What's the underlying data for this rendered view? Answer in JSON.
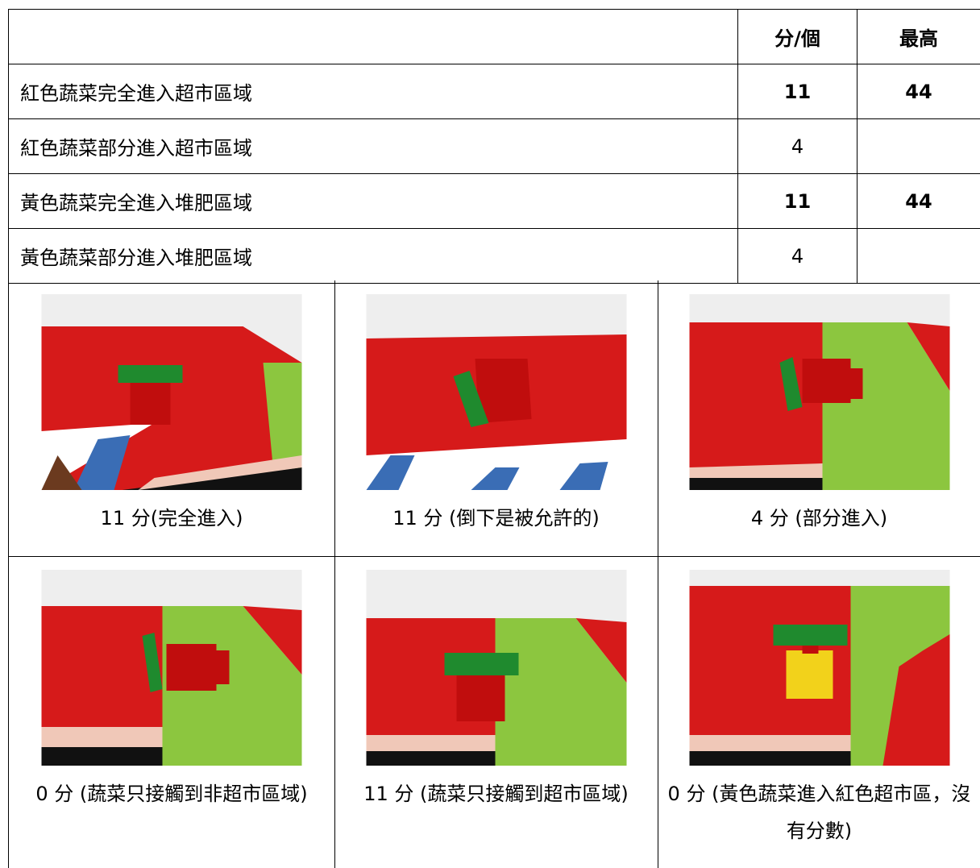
{
  "table": {
    "header": {
      "label": "",
      "per_item": "分/個",
      "max": "最高"
    },
    "rows": [
      {
        "label": "紅色蔬菜完全進入超市區域",
        "per_item": "11",
        "max": "44",
        "bold": true
      },
      {
        "label": "紅色蔬菜部分進入超市區域",
        "per_item": "4",
        "max": "",
        "bold": false
      },
      {
        "label": "黃色蔬菜完全進入堆肥區域",
        "per_item": "11",
        "max": "44",
        "bold": true
      },
      {
        "label": "黃色蔬菜部分進入堆肥區域",
        "per_item": "4",
        "max": "",
        "bold": false
      }
    ]
  },
  "examples": [
    {
      "caption": "11 分(完全進入)",
      "scene": "red-full-upright"
    },
    {
      "caption": "11 分 (倒下是被允許的)",
      "scene": "red-tipped"
    },
    {
      "caption": "4 分 (部分進入)",
      "scene": "red-partial"
    },
    {
      "caption": "0 分 (蔬菜只接觸到非超市區域)",
      "scene": "red-outside"
    },
    {
      "caption": "11 分 (蔬菜只接觸到超市區域)",
      "scene": "red-inside-edge"
    },
    {
      "caption": "0 分 (黃色蔬菜進入紅色超市區，沒有分數)",
      "scene": "yellow-in-red"
    }
  ],
  "colors": {
    "mat_red": "#d61a1a",
    "mat_green": "#8cc63f",
    "brick_red": "#c00d0d",
    "brick_green": "#1f8a2e",
    "brick_yellow": "#f2d21b",
    "wall": "#eeeeee"
  }
}
